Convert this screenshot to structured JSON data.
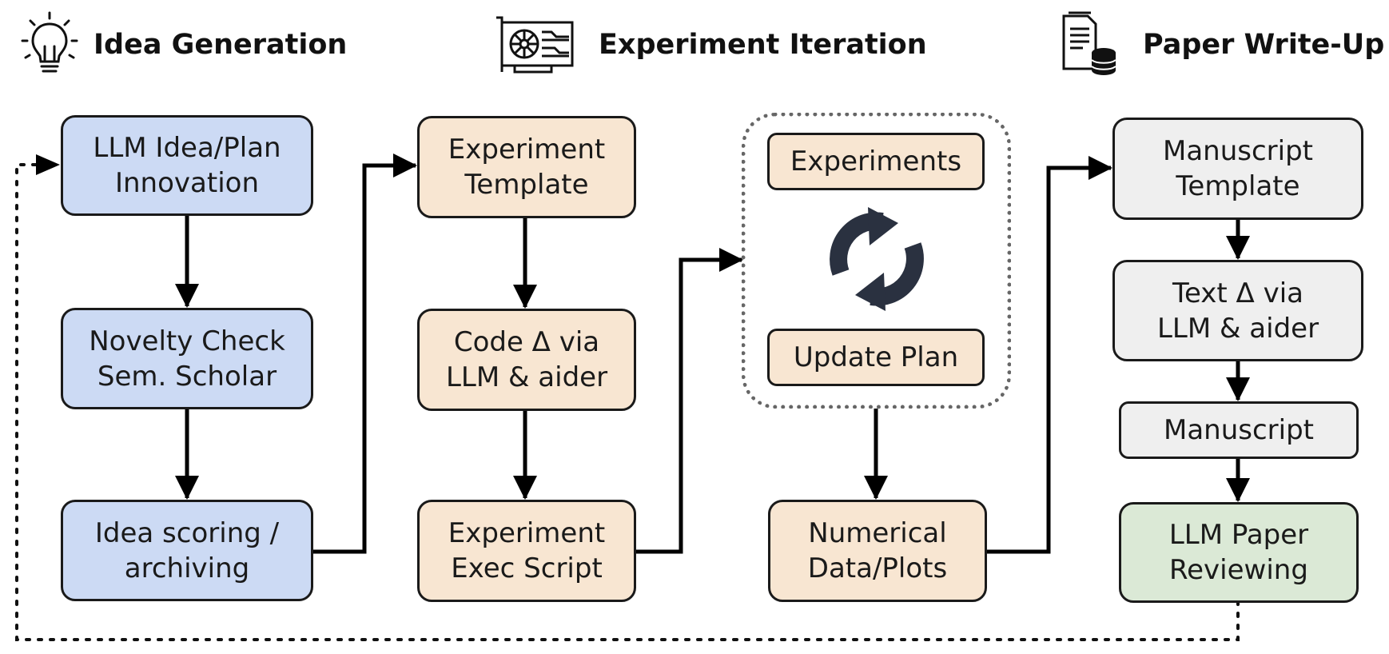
{
  "sections": {
    "idea": "Idea Generation",
    "experiment": "Experiment Iteration",
    "paper": "Paper Write-Up"
  },
  "nodes": {
    "llm_idea": "LLM Idea/Plan\nInnovation",
    "novelty": "Novelty Check\nSem. Scholar",
    "scoring": "Idea scoring /\narchiving",
    "exp_template": "Experiment\nTemplate",
    "code_delta": "Code Δ via\nLLM & aider",
    "exec_script": "Experiment\nExec Script",
    "experiments": "Experiments",
    "update_plan": "Update Plan",
    "numerical": "Numerical\nData/Plots",
    "ms_template": "Manuscript\nTemplate",
    "text_delta": "Text Δ via\nLLM & aider",
    "manuscript": "Manuscript",
    "reviewing": "LLM Paper\nReviewing"
  },
  "icons": {
    "idea": "lightbulb-icon",
    "experiment": "gpu-card-icon",
    "paper": "document-database-icon",
    "loop": "refresh-cycle-icon"
  },
  "colors": {
    "idea_fill": "#ccdaf4",
    "experiment_fill": "#f8e6d2",
    "writeup_fill": "#efefef",
    "review_fill": "#dbe9d6",
    "stroke": "#1a1a1a",
    "loop_icon": "#2a3140"
  }
}
